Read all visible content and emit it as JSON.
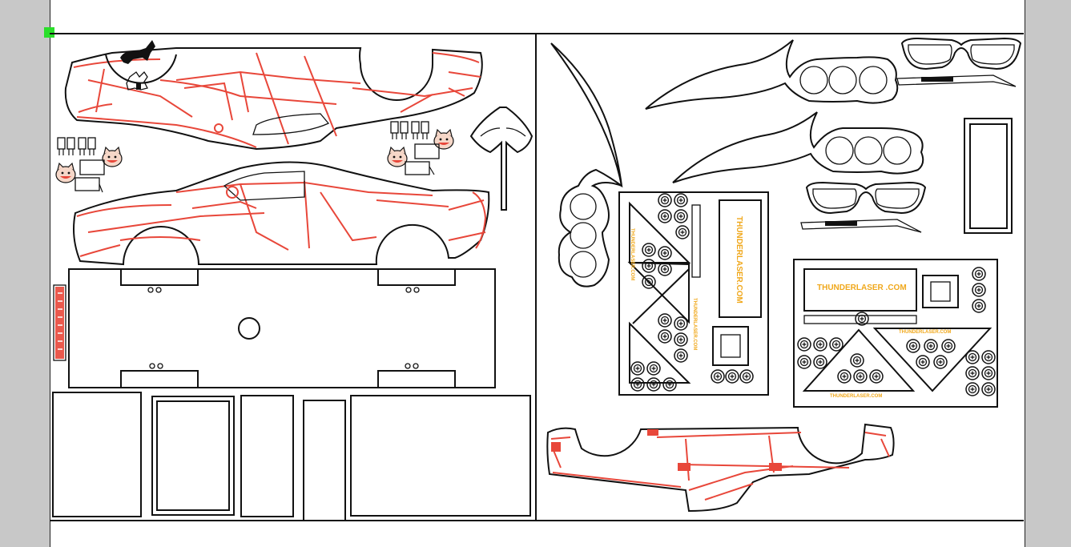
{
  "canvas": {
    "background": "#c8c8c8",
    "sheet_color": "#ffffff",
    "origin_marker_color": "#2adf2a",
    "cut_color": "#111111",
    "engrave_color": "#e8473a"
  },
  "brand": {
    "text": "THUNDERLASER.COM",
    "text_spaced": "THUNDERLASER .COM",
    "color": "#f0a81c"
  },
  "parts": {
    "left_panel": {
      "car_top": "car-body-upper",
      "car_bottom": "car-body-lower",
      "axe": "battle-axe",
      "chassis": "chassis-plate",
      "badge": "horse-logo"
    },
    "right_panel": {
      "knife_vertical": "karambit-knife-1",
      "knife_top": "karambit-knife-2",
      "knife_mid": "karambit-knife-3",
      "glasses_top": "sunglasses-1",
      "glasses_mid": "sunglasses-2",
      "frame": "photo-frame",
      "board_left": "parts-board-1",
      "board_right": "parts-board-2",
      "car_side": "car-side-rail"
    }
  }
}
